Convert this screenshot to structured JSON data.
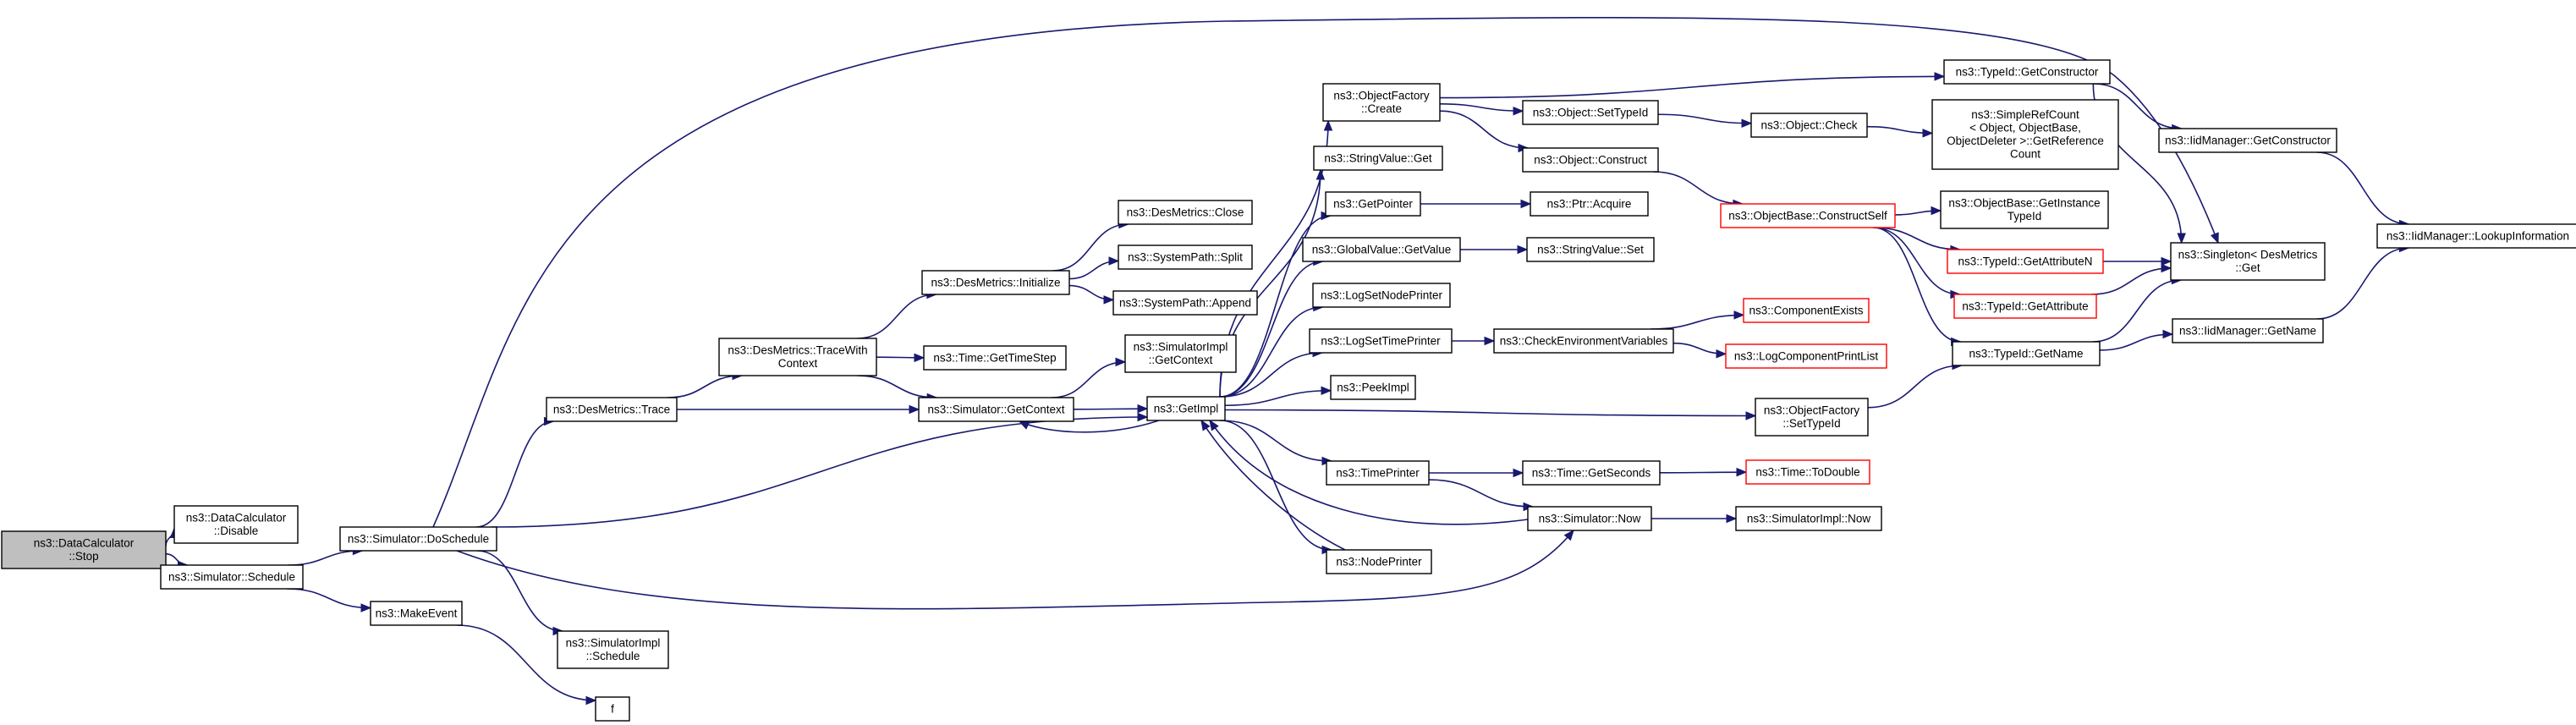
{
  "nodes": [
    {
      "id": "stop",
      "lines": [
        "ns3::DataCalculator",
        "::Stop"
      ],
      "style": "root"
    },
    {
      "id": "disable",
      "lines": [
        "ns3::DataCalculator",
        "::Disable"
      ],
      "style": "normal"
    },
    {
      "id": "schedule",
      "lines": [
        "ns3::Simulator::Schedule"
      ],
      "style": "normal"
    },
    {
      "id": "doschedule",
      "lines": [
        "ns3::Simulator::DoSchedule"
      ],
      "style": "normal"
    },
    {
      "id": "makeevent",
      "lines": [
        "ns3::MakeEvent"
      ],
      "style": "normal"
    },
    {
      "id": "f",
      "lines": [
        "f"
      ],
      "style": "normal"
    },
    {
      "id": "simimplsched",
      "lines": [
        "ns3::SimulatorImpl",
        "::Schedule"
      ],
      "style": "normal"
    },
    {
      "id": "trace",
      "lines": [
        "ns3::DesMetrics::Trace"
      ],
      "style": "normal"
    },
    {
      "id": "tracewith",
      "lines": [
        "ns3::DesMetrics::TraceWith",
        "Context"
      ],
      "style": "normal"
    },
    {
      "id": "initialize",
      "lines": [
        "ns3::DesMetrics::Initialize"
      ],
      "style": "normal"
    },
    {
      "id": "close",
      "lines": [
        "ns3::DesMetrics::Close"
      ],
      "style": "normal"
    },
    {
      "id": "split",
      "lines": [
        "ns3::SystemPath::Split"
      ],
      "style": "normal"
    },
    {
      "id": "append",
      "lines": [
        "ns3::SystemPath::Append"
      ],
      "style": "normal"
    },
    {
      "id": "gettimestep",
      "lines": [
        "ns3::Time::GetTimeStep"
      ],
      "style": "normal"
    },
    {
      "id": "getcontext",
      "lines": [
        "ns3::Simulator::GetContext"
      ],
      "style": "normal"
    },
    {
      "id": "simimplctx",
      "lines": [
        "ns3::SimulatorImpl",
        "::GetContext"
      ],
      "style": "normal"
    },
    {
      "id": "getimpl",
      "lines": [
        "ns3::GetImpl"
      ],
      "style": "normal"
    },
    {
      "id": "ofcreate",
      "lines": [
        "ns3::ObjectFactory",
        "::Create"
      ],
      "style": "normal"
    },
    {
      "id": "strget",
      "lines": [
        "ns3::StringValue::Get"
      ],
      "style": "normal"
    },
    {
      "id": "getpointer",
      "lines": [
        "ns3::GetPointer"
      ],
      "style": "normal"
    },
    {
      "id": "gvget",
      "lines": [
        "ns3::GlobalValue::GetValue"
      ],
      "style": "normal"
    },
    {
      "id": "lognode",
      "lines": [
        "ns3::LogSetNodePrinter"
      ],
      "style": "normal"
    },
    {
      "id": "logtime",
      "lines": [
        "ns3::LogSetTimePrinter"
      ],
      "style": "normal"
    },
    {
      "id": "peekimpl",
      "lines": [
        "ns3::PeekImpl"
      ],
      "style": "normal"
    },
    {
      "id": "timeprinter",
      "lines": [
        "ns3::TimePrinter"
      ],
      "style": "normal"
    },
    {
      "id": "nodeprinter",
      "lines": [
        "ns3::NodePrinter"
      ],
      "style": "normal"
    },
    {
      "id": "settypeid",
      "lines": [
        "ns3::Object::SetTypeId"
      ],
      "style": "normal"
    },
    {
      "id": "construct",
      "lines": [
        "ns3::Object::Construct"
      ],
      "style": "normal"
    },
    {
      "id": "ptracq",
      "lines": [
        "ns3::Ptr::Acquire"
      ],
      "style": "normal"
    },
    {
      "id": "strset",
      "lines": [
        "ns3::StringValue::Set"
      ],
      "style": "normal"
    },
    {
      "id": "checkenv",
      "lines": [
        "ns3::CheckEnvironmentVariables"
      ],
      "style": "normal"
    },
    {
      "id": "timegetsec",
      "lines": [
        "ns3::Time::GetSeconds"
      ],
      "style": "normal"
    },
    {
      "id": "simnow",
      "lines": [
        "ns3::Simulator::Now"
      ],
      "style": "normal"
    },
    {
      "id": "objcheck",
      "lines": [
        "ns3::Object::Check"
      ],
      "style": "normal"
    },
    {
      "id": "cself",
      "lines": [
        "ns3::ObjectBase::ConstructSelf"
      ],
      "style": "trunc"
    },
    {
      "id": "compexists",
      "lines": [
        "ns3::ComponentExists"
      ],
      "style": "trunc"
    },
    {
      "id": "logcomplist",
      "lines": [
        "ns3::LogComponentPrintList"
      ],
      "style": "trunc"
    },
    {
      "id": "ofsettype",
      "lines": [
        "ns3::ObjectFactory",
        "::SetTypeId"
      ],
      "style": "normal"
    },
    {
      "id": "todouble",
      "lines": [
        "ns3::Time::ToDouble"
      ],
      "style": "trunc"
    },
    {
      "id": "simimplnow",
      "lines": [
        "ns3::SimulatorImpl::Now"
      ],
      "style": "normal"
    },
    {
      "id": "tidgetctor",
      "lines": [
        "ns3::TypeId::GetConstructor"
      ],
      "style": "normal"
    },
    {
      "id": "srefcount",
      "lines": [
        "ns3::SimpleRefCount",
        "< Object, ObjectBase,",
        "ObjectDeleter >::GetReference",
        "Count"
      ],
      "style": "normal"
    },
    {
      "id": "obginst",
      "lines": [
        "ns3::ObjectBase::GetInstance",
        "TypeId"
      ],
      "style": "normal"
    },
    {
      "id": "tidgetattrn",
      "lines": [
        "ns3::TypeId::GetAttributeN"
      ],
      "style": "trunc"
    },
    {
      "id": "tidgetattr",
      "lines": [
        "ns3::TypeId::GetAttribute"
      ],
      "style": "trunc"
    },
    {
      "id": "tidgetname",
      "lines": [
        "ns3::TypeId::GetName"
      ],
      "style": "normal"
    },
    {
      "id": "singleton",
      "lines": [
        "ns3::Singleton< DesMetrics",
        "::Get"
      ],
      "style": "normal"
    },
    {
      "id": "iidgetctor",
      "lines": [
        "ns3::IidManager::GetConstructor"
      ],
      "style": "normal"
    },
    {
      "id": "iidgetname",
      "lines": [
        "ns3::IidManager::GetName"
      ],
      "style": "normal"
    },
    {
      "id": "iidlookup",
      "lines": [
        "ns3::IidManager::LookupInformation"
      ],
      "style": "normal"
    }
  ],
  "edges": [
    [
      "stop",
      "disable"
    ],
    [
      "stop",
      "schedule"
    ],
    [
      "schedule",
      "doschedule"
    ],
    [
      "schedule",
      "makeevent"
    ],
    [
      "makeevent",
      "f"
    ],
    [
      "doschedule",
      "simimplsched"
    ],
    [
      "doschedule",
      "trace"
    ],
    [
      "doschedule",
      "getimpl"
    ],
    [
      "doschedule",
      "singleton"
    ],
    [
      "doschedule",
      "simnow"
    ],
    [
      "trace",
      "tracewith"
    ],
    [
      "trace",
      "getcontext"
    ],
    [
      "tracewith",
      "initialize"
    ],
    [
      "tracewith",
      "gettimestep"
    ],
    [
      "tracewith",
      "getcontext"
    ],
    [
      "initialize",
      "close"
    ],
    [
      "initialize",
      "split"
    ],
    [
      "initialize",
      "append"
    ],
    [
      "getcontext",
      "simimplctx"
    ],
    [
      "getcontext",
      "getimpl"
    ],
    [
      "getimpl",
      "ofcreate"
    ],
    [
      "getimpl",
      "strget"
    ],
    [
      "getimpl",
      "getpointer"
    ],
    [
      "getimpl",
      "gvget"
    ],
    [
      "getimpl",
      "lognode"
    ],
    [
      "getimpl",
      "logtime"
    ],
    [
      "getimpl",
      "peekimpl"
    ],
    [
      "getimpl",
      "timeprinter"
    ],
    [
      "getimpl",
      "nodeprinter"
    ],
    [
      "getimpl",
      "ofsettype"
    ],
    [
      "getimpl",
      "getcontext"
    ],
    [
      "ofcreate",
      "tidgetctor"
    ],
    [
      "ofcreate",
      "settypeid"
    ],
    [
      "ofcreate",
      "construct"
    ],
    [
      "getpointer",
      "ptracq"
    ],
    [
      "gvget",
      "strset"
    ],
    [
      "logtime",
      "checkenv"
    ],
    [
      "timeprinter",
      "timegetsec"
    ],
    [
      "timeprinter",
      "simnow"
    ],
    [
      "nodeprinter",
      "getimpl"
    ],
    [
      "settypeid",
      "objcheck"
    ],
    [
      "construct",
      "cself"
    ],
    [
      "checkenv",
      "compexists"
    ],
    [
      "checkenv",
      "logcomplist"
    ],
    [
      "timegetsec",
      "todouble"
    ],
    [
      "simnow",
      "simimplnow"
    ],
    [
      "simnow",
      "getimpl"
    ],
    [
      "objcheck",
      "srefcount"
    ],
    [
      "cself",
      "obginst"
    ],
    [
      "cself",
      "tidgetattrn"
    ],
    [
      "cself",
      "tidgetattr"
    ],
    [
      "cself",
      "tidgetname"
    ],
    [
      "ofsettype",
      "tidgetname"
    ],
    [
      "tidgetctor",
      "iidgetctor"
    ],
    [
      "tidgetctor",
      "singleton"
    ],
    [
      "tidgetattrn",
      "singleton"
    ],
    [
      "tidgetattr",
      "singleton"
    ],
    [
      "tidgetname",
      "singleton"
    ],
    [
      "tidgetname",
      "iidgetname"
    ],
    [
      "iidgetctor",
      "iidlookup"
    ],
    [
      "iidgetname",
      "iidlookup"
    ]
  ]
}
